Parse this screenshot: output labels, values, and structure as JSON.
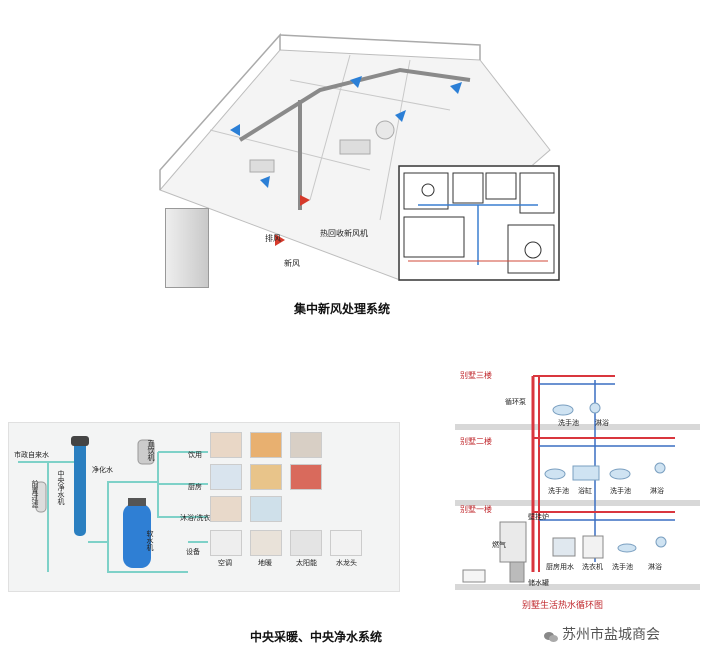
{
  "top_figure": {
    "caption": "集中新风处理系统",
    "labels": {
      "exhaust": "排风",
      "fresh": "新风",
      "heat_recovery": "热回收新风机"
    }
  },
  "water_figure": {
    "source": "市政自来水",
    "prefilter": "前置过滤",
    "central_purifier": "中央净水机",
    "purified_water": "净化水",
    "direct_drinker": "直饮机",
    "softener": "软水机",
    "uses": [
      "饮用",
      "厨房",
      "沐浴/洗衣",
      "设备"
    ],
    "devices": [
      "空调",
      "地暖",
      "太阳能",
      "水龙头"
    ]
  },
  "villa_figure": {
    "floors": [
      "别墅三楼",
      "别墅二楼",
      "别墅一楼"
    ],
    "fixtures_3f": [
      "洗手池",
      "淋浴"
    ],
    "fixtures_2f": [
      "洗手池",
      "浴缸",
      "洗手池",
      "淋浴"
    ],
    "fixtures_1f": [
      "厨房用水",
      "洗衣机",
      "洗手池",
      "淋浴"
    ],
    "equipment": [
      "壁挂炉",
      "储水罐",
      "燃气",
      "循环泵"
    ],
    "title": "别墅生活热水循环图"
  },
  "bottom_caption": "中央采暖、中央净水系统",
  "watermark": "苏州市盐城商会"
}
